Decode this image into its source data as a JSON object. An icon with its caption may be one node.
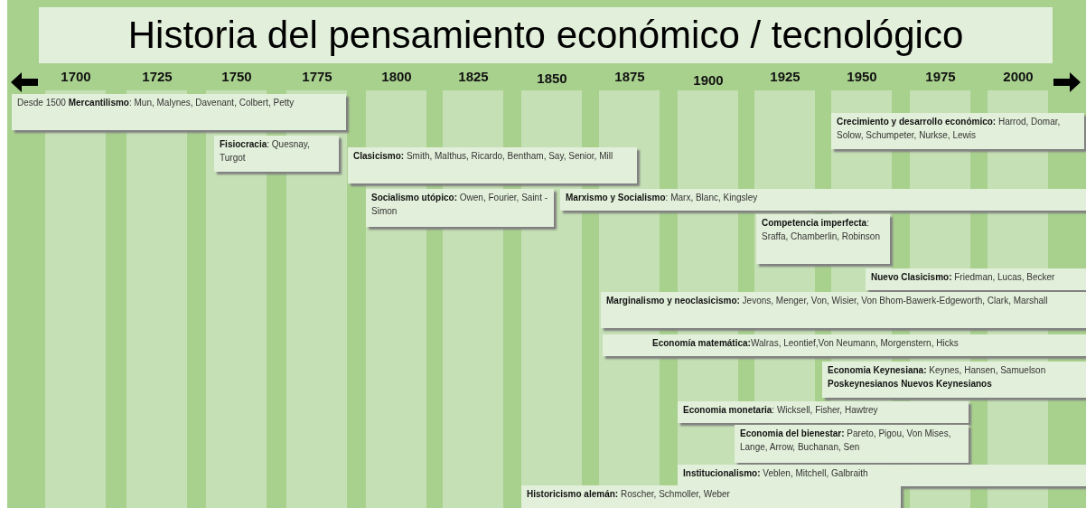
{
  "diagram": {
    "title": "Historia del pensamiento económico / tecnológico",
    "nodes": [
      {
        "text": [
          "Desde 1500 **Mercantilismo**: Mun, Malynes, Davenant, Colbert, Petty"
        ]
      },
      {
        "text": [
          "**Fisiocracia**: Quesnay, Turgot"
        ]
      },
      {
        "text": [
          "**Clasicismo:** Smith, Malthus, Ricardo, Bentham, Say, Senior, Mill"
        ]
      },
      {
        "text": [
          "**Socialismo utópico:** Owen, Fourier, Saint - Simon"
        ]
      },
      {
        "text": [
          "**Marxismo y Socialismo**: Marx, Blanc, Kingsley"
        ]
      },
      {
        "text": [
          "**Crecimiento y desarrollo económico:** Harrod, Domar, Solow, Schumpeter, Nurkse, Lewis"
        ]
      },
      {
        "text": [
          "**Competencia imperfecta**: Sraffa, Chamberlin, Robinson"
        ]
      },
      {
        "text": [
          "**Nuevo Clasicismo:** Friedman, Lucas, Becker"
        ]
      },
      {
        "text": [
          "**Marginalismo y neoclasicismo:** Jevons, Menger, Von, Wisier, Von Bhom-Bawerk-Edgeworth, Clark, Marshall"
        ]
      },
      {
        "text": [
          "**Economía matemática:**Walras, Leontief,Von Neumann, Morgenstern, Hicks"
        ]
      },
      {
        "text": [
          "**Economia Keynesiana:** Keynes, Hansen, Samuelson **Poskeynesianos Nuevos Keynesianos**"
        ]
      },
      {
        "text": [
          "**Economia monetaria**: Wicksell, Fisher, Hawtrey"
        ]
      },
      {
        "text": [
          "**Economia del bienestar:** Pareto, Pigou, Von Mises, Lange, Arrow, Buchanan, Sen"
        ]
      },
      {
        "text": [
          "**Institucionalismo:** Veblen, Mitchell, Galbraith"
        ]
      },
      {
        "text": [
          "**Historicismo alemán:** Roscher, Schmoller, Weber"
        ]
      }
    ],
    "edges": [],
    "labels": [
      "1700",
      "1725",
      "1750",
      "1775",
      "1800",
      "1825",
      "1850",
      "1875",
      "1900",
      "1925",
      "1950",
      "1975",
      "2000"
    ]
  }
}
